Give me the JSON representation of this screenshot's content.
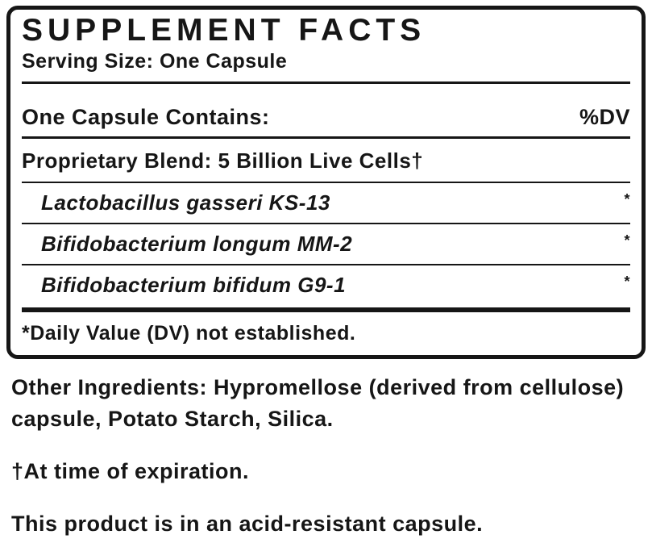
{
  "panel": {
    "title": "SUPPLEMENT FACTS",
    "serving_size": "Serving Size: One Capsule",
    "contains_header": "One Capsule Contains:",
    "dv_header": "%DV",
    "blend_row": "Proprietary Blend: 5 Billion Live Cells†",
    "ingredients": [
      {
        "name": "Lactobacillus gasseri KS-13",
        "dv": "*"
      },
      {
        "name": "Bifidobacterium longum MM-2",
        "dv": "*"
      },
      {
        "name": "Bifidobacterium bifidum G9-1",
        "dv": "*"
      }
    ],
    "footnote": "*Daily Value (DV) not established."
  },
  "notes": {
    "other_ingredients": "Other Ingredients: Hypromellose (derived from cellulose) capsule, Potato Starch, Silica.",
    "expiration": "†At time of expiration.",
    "capsule": "This product is in an acid-resistant capsule."
  }
}
